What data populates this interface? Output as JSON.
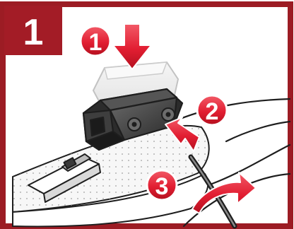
{
  "step_number": "1",
  "callouts": [
    {
      "label": "1"
    },
    {
      "label": "2"
    },
    {
      "label": "3"
    }
  ],
  "colors": {
    "frame": "#9c1c24",
    "badge": "#a31c26",
    "callout": "#e21e32",
    "callout_dark": "#b0101f",
    "outline": "#1e1e1e",
    "ghost": "#e8e8e8",
    "metal": "#4a4a4a"
  },
  "icons": [
    "press-down-arrow",
    "push-right-arrow",
    "rotate-arrow"
  ]
}
